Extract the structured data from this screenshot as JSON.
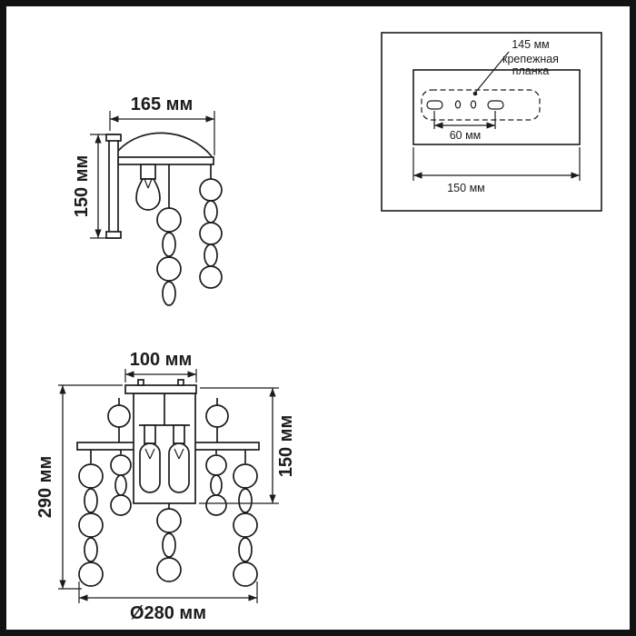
{
  "colors": {
    "line": "#1c1c1c",
    "background": "#ffffff",
    "frame": "#121212"
  },
  "side_view": {
    "width_label": "165 мм",
    "height_label": "150 мм"
  },
  "mount_detail": {
    "slot_spacing_label": "145 мм",
    "plate_name_line1": "крепежная",
    "plate_name_line2": "планка",
    "hole_spacing_label": "60 мм",
    "plate_width_label": "150 мм"
  },
  "front_view": {
    "canopy_width_label": "100 мм",
    "body_height_label": "150 мм",
    "total_height_label": "290 мм",
    "diameter_label": "Ø280 мм"
  }
}
